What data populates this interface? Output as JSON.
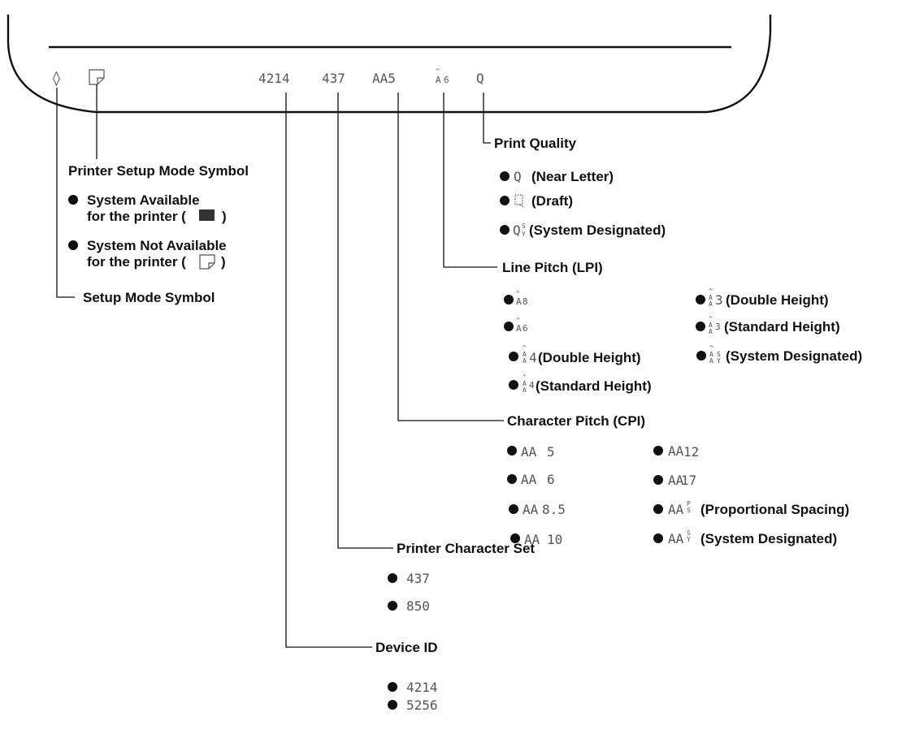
{
  "status_line": {
    "setup_mode": "◊",
    "device_id": "4214",
    "character_set": "437",
    "character_pitch": "AA5",
    "line_pitch": "6",
    "print_quality": "Q"
  },
  "print_quality": {
    "title": "Print Quality",
    "items": [
      {
        "symbol": "Q",
        "label": "(Near Letter)"
      },
      {
        "symbol": "",
        "label": "(Draft)"
      },
      {
        "symbol": "Q",
        "label": "(System Designated)"
      }
    ]
  },
  "printer_setup": {
    "title": "Printer Setup Mode Symbol",
    "items": [
      {
        "line1": "System Available",
        "line2": "for the printer (",
        "close": ")"
      },
      {
        "line1": "System Not Available",
        "line2": "for the printer (",
        "close": ")"
      }
    ]
  },
  "setup_mode": {
    "title": "Setup Mode Symbol"
  },
  "line_pitch": {
    "title": "Line Pitch (LPI)",
    "left": [
      {
        "symbol": "8",
        "label": ""
      },
      {
        "symbol": "6",
        "label": ""
      },
      {
        "symbol": "4",
        "label": "(Double Height)"
      },
      {
        "symbol": "4",
        "label": "(Standard Height)"
      }
    ],
    "right": [
      {
        "symbol": "3",
        "label": "(Double Height)"
      },
      {
        "symbol": "3",
        "label": "(Standard Height)"
      },
      {
        "symbol": "",
        "label": "(System Designated)"
      }
    ]
  },
  "character_pitch": {
    "title": "Character Pitch (CPI)",
    "left": [
      {
        "symbol": "5",
        "label": ""
      },
      {
        "symbol": "6",
        "label": ""
      },
      {
        "symbol": "8.5",
        "label": ""
      },
      {
        "symbol": "10",
        "label": ""
      }
    ],
    "right": [
      {
        "symbol": "12",
        "label": ""
      },
      {
        "symbol": "17",
        "label": ""
      },
      {
        "symbol": "",
        "label": "(Proportional Spacing)"
      },
      {
        "symbol": "",
        "label": "(System Designated)"
      }
    ]
  },
  "character_set": {
    "title": "Printer Character Set",
    "items": [
      {
        "symbol": "437"
      },
      {
        "symbol": "850"
      }
    ]
  },
  "device_id": {
    "title": "Device ID",
    "items": [
      {
        "symbol": "4214"
      },
      {
        "symbol": "5256"
      }
    ]
  }
}
